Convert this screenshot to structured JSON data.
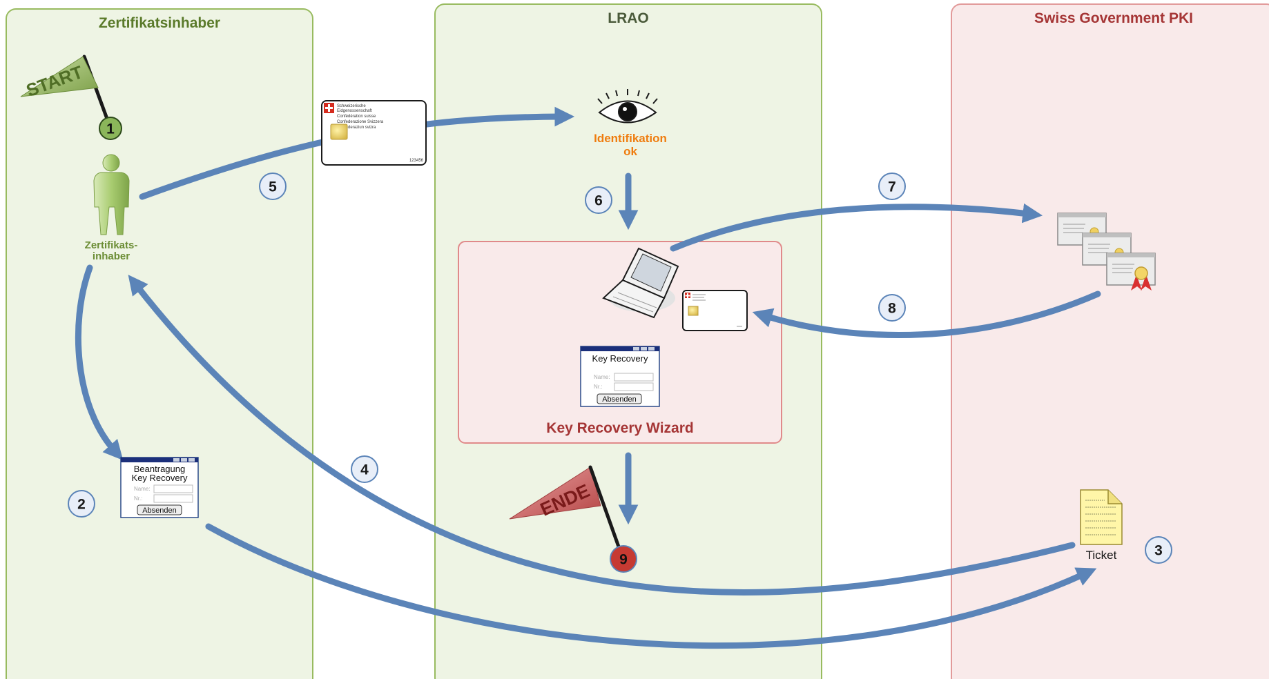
{
  "lanes": {
    "holder": {
      "title": "Zertifikatsinhaber"
    },
    "lrao": {
      "title": "LRAO"
    },
    "pki": {
      "title": "Swiss Government PKI"
    }
  },
  "flags": {
    "start": "START",
    "end": "ENDE"
  },
  "actor": {
    "label_line1": "Zertifikats-",
    "label_line2": "inhaber"
  },
  "identification": {
    "line1": "Identifikation",
    "line2": "ok"
  },
  "wizard": {
    "title": "Key Recovery Wizard"
  },
  "id_card": {
    "lines": [
      "Schweizerische",
      "Eidgenossenschaft",
      "Confédération suisse",
      "Confederazione Svizzera",
      "Confederaziun svizra"
    ],
    "number": "123456"
  },
  "form_request": {
    "title_line1": "Beantragung",
    "title_line2": "Key Recovery",
    "name_label": "Name:",
    "nr_label": "Nr.:",
    "submit": "Absenden"
  },
  "form_wizard": {
    "title": "Key Recovery",
    "name_label": "Name:",
    "nr_label": "Nr.:",
    "submit": "Absenden"
  },
  "ticket": {
    "label": "Ticket"
  },
  "steps": [
    "1",
    "2",
    "3",
    "4",
    "5",
    "6",
    "7",
    "8",
    "9"
  ],
  "colors": {
    "holder_fill": "#eef4e4",
    "holder_border": "#98bb5f",
    "holder_title": "#5a7a2a",
    "lrao_fill": "#eef4e4",
    "lrao_border": "#98bb5f",
    "lrao_title": "#4a5a3a",
    "pki_fill": "#f9eaea",
    "pki_border": "#e29a9a",
    "pki_title": "#a53535",
    "wizard_fill": "#f9eaea",
    "wizard_border": "#e08a8a",
    "wizard_title": "#a53535",
    "arrow": "#5b84b8",
    "ident": "#ef7c0e",
    "step_fill": "#e8eef8",
    "step_border": "#5b84b8"
  }
}
